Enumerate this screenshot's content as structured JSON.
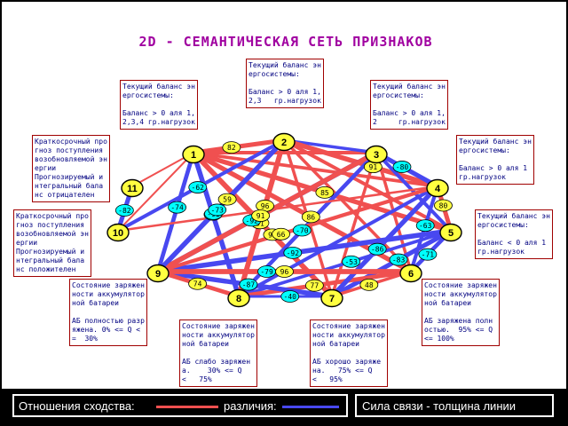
{
  "title": "2D - СЕМАНТИЧЕСКАЯ СЕТЬ ПРИЗНАКОВ",
  "colors": {
    "similarity": "#f05050",
    "difference": "#4848f0",
    "node_fill": "#ffff40",
    "weight_fill": "#00ffff",
    "pos_fill": "#ffff40",
    "title": "#a000a0",
    "box_text": "#000080",
    "box_border": "#a00000"
  },
  "nodes": [
    {
      "id": "1",
      "label": "1"
    },
    {
      "id": "2",
      "label": "2"
    },
    {
      "id": "3",
      "label": "3"
    },
    {
      "id": "4",
      "label": "4"
    },
    {
      "id": "5",
      "label": "5"
    },
    {
      "id": "6",
      "label": "6"
    },
    {
      "id": "7",
      "label": "7"
    },
    {
      "id": "8",
      "label": "8"
    },
    {
      "id": "9",
      "label": "9"
    },
    {
      "id": "10",
      "label": "10"
    },
    {
      "id": "11",
      "label": "11"
    }
  ],
  "descriptions": {
    "1": "Текущий баланс эн\nергосистемы:\n\nБаланс > 0 аля 1,\n2,3,4 гр.нагрузок",
    "2": "Текущий баланс эн\nергосистемы:\n\nБаланс > 0 аля 1,\n2,3   гр.нагрузок",
    "3": "Текущий баланс эн\nергосистемы:\n\nБаланс > 0 аля 1,\n2     гр.нагрузок",
    "4": "Текущий баланс эн\nергосистемы:\n\nБаланс > 0 аля 1\nгр.нагрузок",
    "5": "Текущий баланс эн\nергосистемы:\n\nБаланс < 0 аля 1\nгр.нагрузок",
    "6": "Состояние заряжен\nности аккумулятор\nной батареи\n\nАБ заряжена полн\nостью.  95% <= Q\n<= 100%",
    "7": "Состояние заряжен\nности аккумулятор\nной батареи\n\nАБ хорошо заряже\nна.   75% <= Q\n<   95%",
    "8": "Состояние заряжен\nности аккумулятор\nной батареи\n\nАБ слабо заряжен\nа.    30% <= Q\n<   75%",
    "9": "Состояние заряжен\nности аккумулятор\nной батареи\n\nАБ полностью разр\nяжена. 0% <= Q <\n=  30%",
    "10": "Краткосрочный про\nгноз поступления\nвозобновляемой эн\nергии\nПрогнозируемый и\nнтегральный бала\nнс положителен",
    "11": "Краткосрочный про\nгноз поступления\nвозобновляемой эн\nергии\nПрогнозируемый и\nнтегральный бала\nнс отрицателен"
  },
  "edges": [
    {
      "from": "1",
      "to": "2",
      "weight": "82",
      "type": "similarity",
      "strength": 0.82
    },
    {
      "from": "1",
      "to": "3",
      "weight": "",
      "type": "similarity",
      "strength": 0.6
    },
    {
      "from": "1",
      "to": "4",
      "weight": "",
      "type": "similarity",
      "strength": 0.55
    },
    {
      "from": "1",
      "to": "5",
      "weight": "85",
      "type": "similarity",
      "strength": 0.85
    },
    {
      "from": "1",
      "to": "6",
      "weight": "86",
      "type": "similarity",
      "strength": 0.86
    },
    {
      "from": "1",
      "to": "7",
      "weight": "96",
      "type": "similarity",
      "strength": 0.96
    },
    {
      "from": "1",
      "to": "8",
      "weight": "-89",
      "type": "difference",
      "strength": 0.89
    },
    {
      "from": "1",
      "to": "9",
      "weight": "-74",
      "type": "difference",
      "strength": 0.74
    },
    {
      "from": "1",
      "to": "10",
      "weight": "",
      "type": "similarity",
      "strength": 0.2
    },
    {
      "from": "1",
      "to": "11",
      "weight": "",
      "type": "similarity",
      "strength": 0.2
    },
    {
      "from": "2",
      "to": "3",
      "weight": "",
      "type": "difference",
      "strength": 0.5
    },
    {
      "from": "2",
      "to": "4",
      "weight": "91",
      "type": "similarity",
      "strength": 0.91
    },
    {
      "from": "2",
      "to": "5",
      "weight": "",
      "type": "similarity",
      "strength": 0.6
    },
    {
      "from": "2",
      "to": "6",
      "weight": "",
      "type": "similarity",
      "strength": 0.5
    },
    {
      "from": "2",
      "to": "7",
      "weight": "",
      "type": "similarity",
      "strength": 0.5
    },
    {
      "from": "2",
      "to": "8",
      "weight": "31",
      "type": "similarity",
      "strength": 0.31
    },
    {
      "from": "2",
      "to": "9",
      "weight": "-91",
      "type": "difference",
      "strength": 0.91
    },
    {
      "from": "3",
      "to": "4",
      "weight": "-80",
      "type": "difference",
      "strength": 0.8
    },
    {
      "from": "3",
      "to": "5",
      "weight": "",
      "type": "difference",
      "strength": 0.6
    },
    {
      "from": "3",
      "to": "6",
      "weight": "",
      "type": "similarity",
      "strength": 0.5
    },
    {
      "from": "3",
      "to": "7",
      "weight": "",
      "type": "similarity",
      "strength": 0.5
    },
    {
      "from": "3",
      "to": "8",
      "weight": "-70",
      "type": "difference",
      "strength": 0.7
    },
    {
      "from": "3",
      "to": "9",
      "weight": "-92",
      "type": "difference",
      "strength": 0.92
    },
    {
      "from": "4",
      "to": "5",
      "weight": "80",
      "type": "similarity",
      "strength": 0.8
    },
    {
      "from": "4",
      "to": "6",
      "weight": "-63",
      "type": "difference",
      "strength": 0.63
    },
    {
      "from": "4",
      "to": "7",
      "weight": "",
      "type": "difference",
      "strength": 0.6
    },
    {
      "from": "4",
      "to": "8",
      "weight": "",
      "type": "difference",
      "strength": 0.6
    },
    {
      "from": "4",
      "to": "9",
      "weight": "",
      "type": "similarity",
      "strength": 0.5
    },
    {
      "from": "5",
      "to": "6",
      "weight": "-71",
      "type": "difference",
      "strength": 0.71
    },
    {
      "from": "5",
      "to": "7",
      "weight": "-83",
      "type": "difference",
      "strength": 0.83
    },
    {
      "from": "5",
      "to": "8",
      "weight": "-53",
      "type": "difference",
      "strength": 0.53
    },
    {
      "from": "5",
      "to": "9",
      "weight": "",
      "type": "similarity",
      "strength": 0.7
    },
    {
      "from": "6",
      "to": "7",
      "weight": "48",
      "type": "similarity",
      "strength": 0.48
    },
    {
      "from": "6",
      "to": "8",
      "weight": "77",
      "type": "similarity",
      "strength": 0.77
    },
    {
      "from": "6",
      "to": "9",
      "weight": "",
      "type": "similarity",
      "strength": 0.5
    },
    {
      "from": "7",
      "to": "8",
      "weight": "-40",
      "type": "difference",
      "strength": 0.4
    },
    {
      "from": "7",
      "to": "9",
      "weight": "-87",
      "type": "difference",
      "strength": 0.87
    },
    {
      "from": "8",
      "to": "9",
      "weight": "74",
      "type": "similarity",
      "strength": 0.74
    },
    {
      "from": "5",
      "to": "9",
      "weight": "-92",
      "type": "difference",
      "strength": 0.92
    },
    {
      "from": "6",
      "to": "9",
      "weight": "-79",
      "type": "difference",
      "strength": 0.79
    },
    {
      "from": "7",
      "to": "4",
      "weight": "-86",
      "type": "difference",
      "strength": 0.86
    },
    {
      "from": "10",
      "to": "11",
      "weight": "-82",
      "type": "difference",
      "strength": 0.82
    },
    {
      "from": "10",
      "to": "4",
      "weight": "",
      "type": "similarity",
      "strength": 0.3
    },
    {
      "from": "2",
      "to": "10",
      "weight": "-62",
      "type": "difference",
      "strength": 0.62
    },
    {
      "from": "9",
      "to": "2",
      "weight": "59",
      "type": "similarity",
      "strength": 0.59
    },
    {
      "from": "8",
      "to": "2",
      "weight": "96",
      "type": "similarity",
      "strength": 0.96
    },
    {
      "from": "9",
      "to": "4",
      "weight": "66",
      "type": "similarity",
      "strength": 0.66
    },
    {
      "from": "9",
      "to": "3",
      "weight": "91",
      "type": "similarity",
      "strength": 0.91
    },
    {
      "from": "9",
      "to": "6",
      "weight": "96",
      "type": "similarity",
      "strength": 0.96
    },
    {
      "from": "2",
      "to": "9",
      "weight": "-73",
      "type": "difference",
      "strength": 0.73
    }
  ],
  "legend": {
    "similarity_label": "Отношения сходства:",
    "difference_label": "различия:",
    "thickness_label": "Сила связи - толщина линии"
  }
}
